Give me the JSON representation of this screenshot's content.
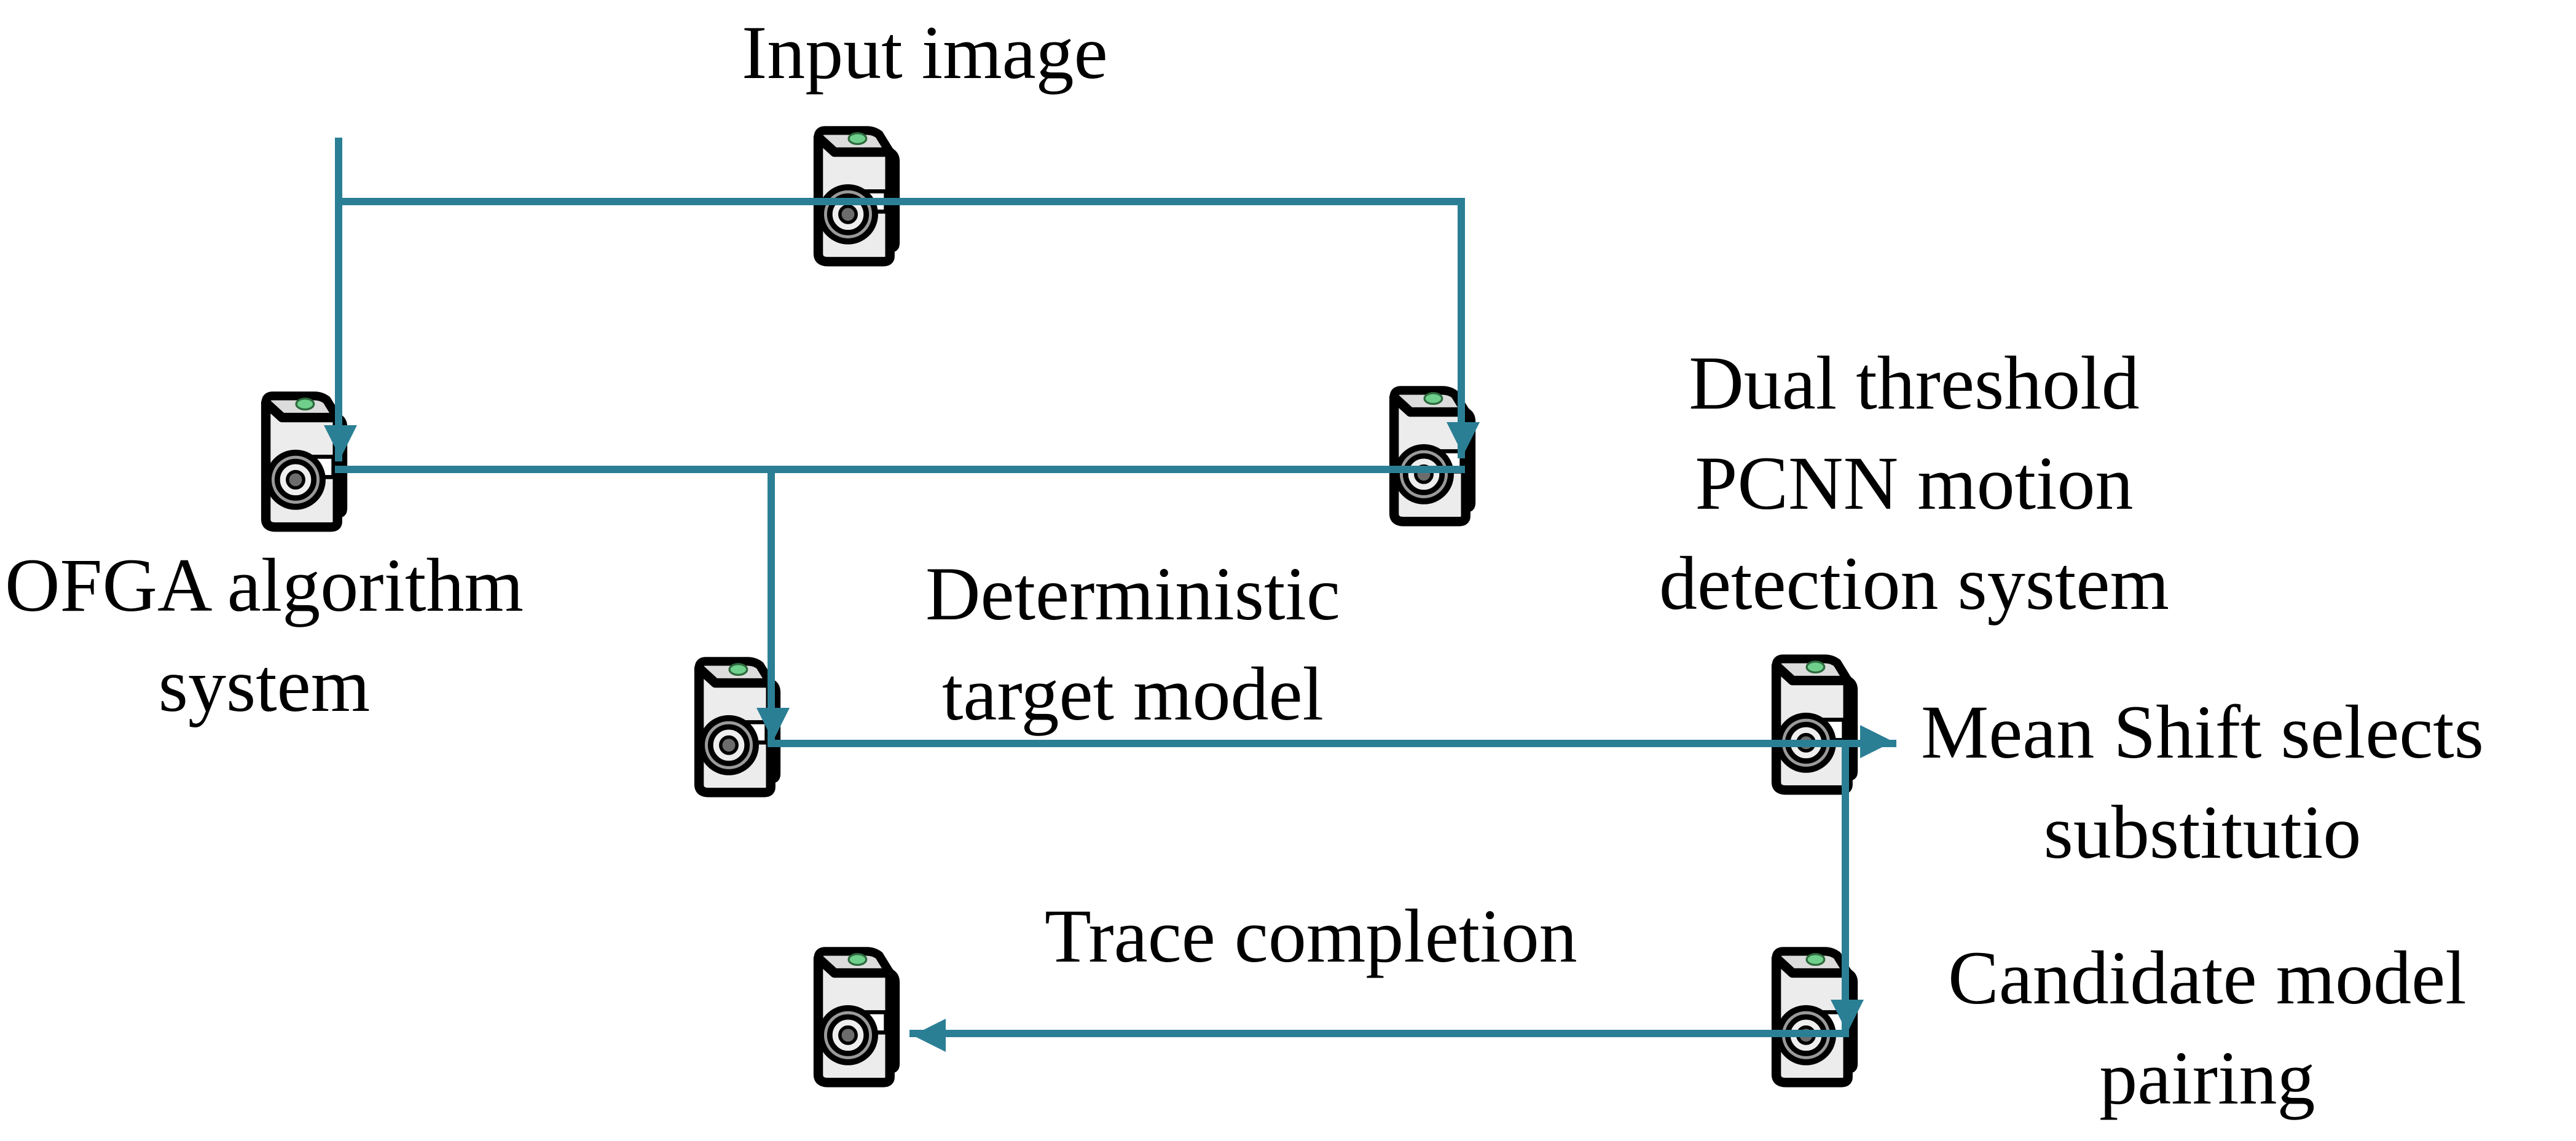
{
  "colors": {
    "connector": "#2b7f95",
    "camera_outline": "#000000",
    "camera_body_light": "#ececec",
    "camera_body_dark": "#b4b4b4",
    "indicator": "#6fd08c"
  },
  "nodes": {
    "input_image": {
      "label": "Input image",
      "icon": "camera-icon"
    },
    "ofga": {
      "lines": [
        "OFGA algorithm",
        "system"
      ],
      "icon": "camera-icon"
    },
    "dual_threshold": {
      "lines": [
        "Dual threshold",
        "PCNN motion",
        "detection system"
      ],
      "icon": "camera-icon"
    },
    "deterministic": {
      "lines": [
        "Deterministic",
        "target model"
      ],
      "icon": "camera-icon"
    },
    "mean_shift": {
      "lines": [
        "Mean Shift selects",
        "substitutio"
      ],
      "icon": "camera-icon"
    },
    "candidate": {
      "lines": [
        "Candidate model",
        "pairing"
      ],
      "icon": "camera-icon"
    },
    "trace": {
      "label": "Trace completion",
      "icon": "camera-icon"
    }
  }
}
